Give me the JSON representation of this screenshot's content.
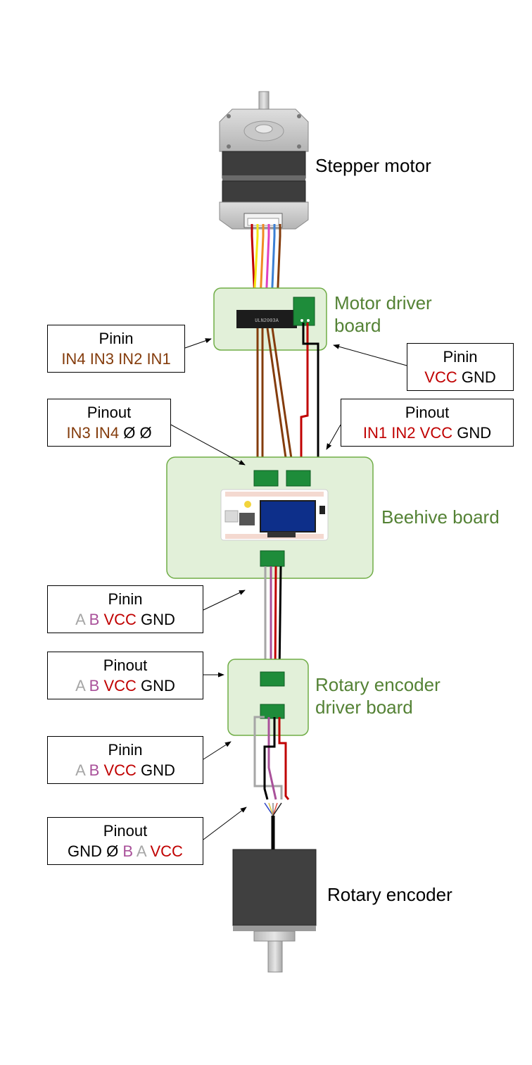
{
  "components": {
    "stepper_motor": "Stepper motor",
    "motor_driver_board": [
      "Motor driver",
      "board"
    ],
    "beehive_board": "Beehive board",
    "rotary_encoder_driver_board": [
      "Rotary encoder",
      "driver board"
    ],
    "rotary_encoder": "Rotary encoder",
    "chip_marking": "ULN2003A"
  },
  "callouts": {
    "motor_pinin_left": {
      "title": "Pinin",
      "pins": [
        {
          "text": "IN4",
          "color": "#843c0c"
        },
        {
          "text": "IN3",
          "color": "#843c0c"
        },
        {
          "text": "IN2",
          "color": "#843c0c"
        },
        {
          "text": "IN1",
          "color": "#843c0c"
        }
      ]
    },
    "motor_pinin_right": {
      "title": "Pinin",
      "pins": [
        {
          "text": "VCC",
          "color": "#c00000"
        },
        {
          "text": "GND",
          "color": "#000000"
        }
      ]
    },
    "beehive_pinout_left": {
      "title": "Pinout",
      "pins": [
        {
          "text": "IN3",
          "color": "#843c0c"
        },
        {
          "text": "IN4",
          "color": "#843c0c"
        },
        {
          "text": "Ø",
          "color": "#000000"
        },
        {
          "text": "Ø",
          "color": "#000000"
        }
      ]
    },
    "beehive_pinout_right": {
      "title": "Pinout",
      "pins": [
        {
          "text": "IN1",
          "color": "#c00000"
        },
        {
          "text": "IN2",
          "color": "#c00000"
        },
        {
          "text": "VCC",
          "color": "#c00000"
        },
        {
          "text": "GND",
          "color": "#000000"
        }
      ]
    },
    "encoder_driver_pinin": {
      "title": "Pinin",
      "pins": [
        {
          "text": "A",
          "color": "#a6a6a6"
        },
        {
          "text": "B",
          "color": "#a9519a"
        },
        {
          "text": "VCC",
          "color": "#c00000"
        },
        {
          "text": "GND",
          "color": "#000000"
        }
      ]
    },
    "encoder_driver_pinout": {
      "title": "Pinout",
      "pins": [
        {
          "text": "A",
          "color": "#a6a6a6"
        },
        {
          "text": "B",
          "color": "#a9519a"
        },
        {
          "text": "VCC",
          "color": "#c00000"
        },
        {
          "text": "GND",
          "color": "#000000"
        }
      ]
    },
    "encoder_pinin": {
      "title": "Pinin",
      "pins": [
        {
          "text": "A",
          "color": "#a6a6a6"
        },
        {
          "text": "B",
          "color": "#a9519a"
        },
        {
          "text": "VCC",
          "color": "#c00000"
        },
        {
          "text": "GND",
          "color": "#000000"
        }
      ]
    },
    "encoder_pinout": {
      "title": "Pinout",
      "pins": [
        {
          "text": "GND",
          "color": "#000000"
        },
        {
          "text": "Ø",
          "color": "#000000"
        },
        {
          "text": "B",
          "color": "#a9519a"
        },
        {
          "text": "A",
          "color": "#a6a6a6"
        },
        {
          "text": "VCC",
          "color": "#c00000"
        }
      ]
    }
  },
  "colors": {
    "board_fill": "#e2f0d9",
    "board_stroke": "#70ad47",
    "label_green": "#548235",
    "connector_green": "#1e8c3a",
    "wire_brown": "#843c0c",
    "wire_red": "#c00000",
    "wire_black": "#000000",
    "wire_gray": "#a6a6a6",
    "wire_purple": "#a9519a",
    "wire_yellow": "#f5e614",
    "wire_orange": "#f08a24",
    "wire_pink": "#e040c0",
    "wire_blue": "#3b7fd4"
  }
}
